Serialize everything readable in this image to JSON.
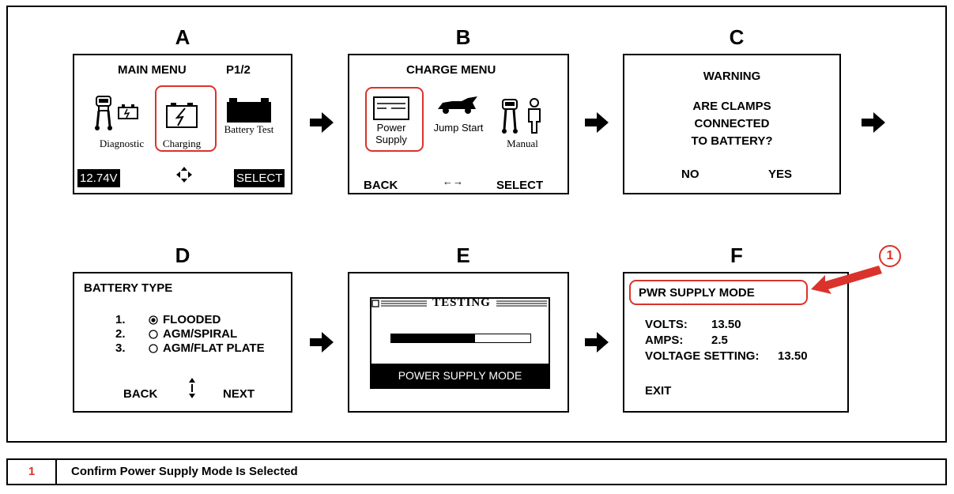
{
  "steps": {
    "A": {
      "letter": "A",
      "title": "MAIN MENU",
      "page": "P1/2",
      "items": [
        "Diagnostic",
        "Charging",
        "Battery Test"
      ],
      "voltage": "12.74V",
      "select": "SELECT"
    },
    "B": {
      "letter": "B",
      "title": "CHARGE MENU",
      "items": [
        "Power Supply",
        "Jump Start",
        "Manual"
      ],
      "back": "BACK",
      "nav": "←→",
      "select": "SELECT"
    },
    "C": {
      "letter": "C",
      "title": "WARNING",
      "message": [
        "ARE CLAMPS",
        "CONNECTED",
        "TO BATTERY?"
      ],
      "no": "NO",
      "yes": "YES"
    },
    "D": {
      "letter": "D",
      "title": "BATTERY TYPE",
      "options": [
        {
          "num": "1.",
          "label": "FLOODED",
          "selected": true
        },
        {
          "num": "2.",
          "label": "AGM/SPIRAL",
          "selected": false
        },
        {
          "num": "3.",
          "label": "AGM/FLAT PLATE",
          "selected": false
        }
      ],
      "back": "BACK",
      "next": "NEXT"
    },
    "E": {
      "letter": "E",
      "title": "TESTING",
      "progress": 0.6,
      "status": "POWER SUPPLY MODE"
    },
    "F": {
      "letter": "F",
      "mode": "PWR SUPPLY MODE",
      "volts_label": "VOLTS:",
      "volts": "13.50",
      "amps_label": "AMPS:",
      "amps": "2.5",
      "setting_label": "VOLTAGE SETTING:",
      "setting": "13.50",
      "exit": "EXIT"
    }
  },
  "callout": "1",
  "legend": {
    "num": "1",
    "text": "Confirm Power Supply Mode Is Selected"
  },
  "colors": {
    "highlight": "#d9332b"
  }
}
